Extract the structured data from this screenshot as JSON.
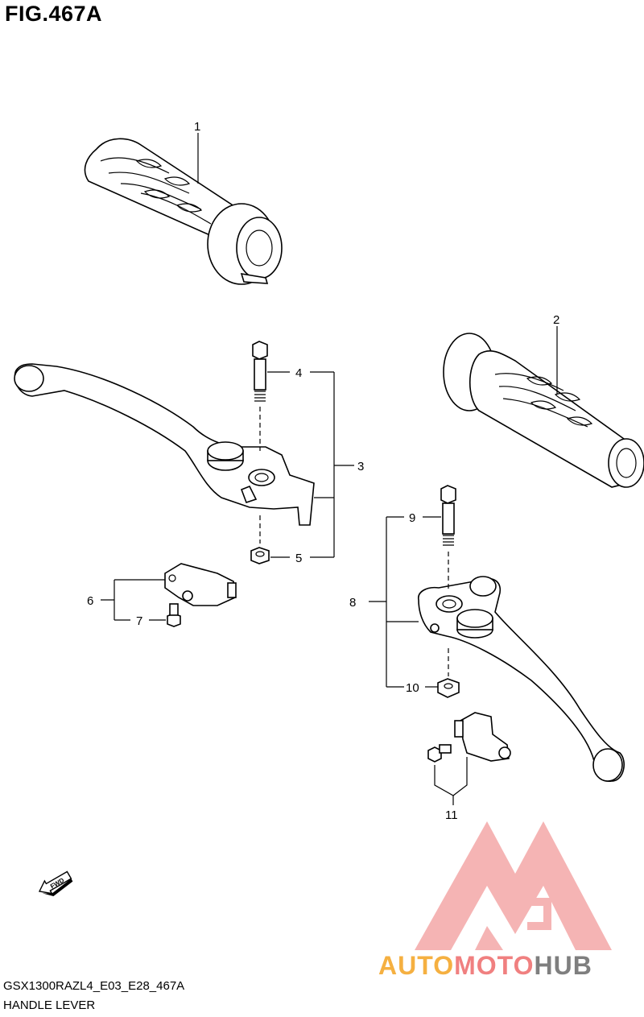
{
  "figure": {
    "title": "FIG.467A",
    "model_code": "GSX1300RAZL4_E03_E28_467A",
    "section_name": "HANDLE LEVER"
  },
  "callouts": [
    "1",
    "2",
    "3",
    "4",
    "5",
    "6",
    "7",
    "8",
    "9",
    "10",
    "11"
  ],
  "fwd_label": "FWD",
  "watermark": {
    "text_part1": "AUTO",
    "text_part2": "MOTO",
    "text_part3": "HUB",
    "colors": {
      "logo": "#f08080",
      "auto": "#f5b041",
      "moto": "#f08080",
      "hub": "#7f7f7f"
    }
  }
}
